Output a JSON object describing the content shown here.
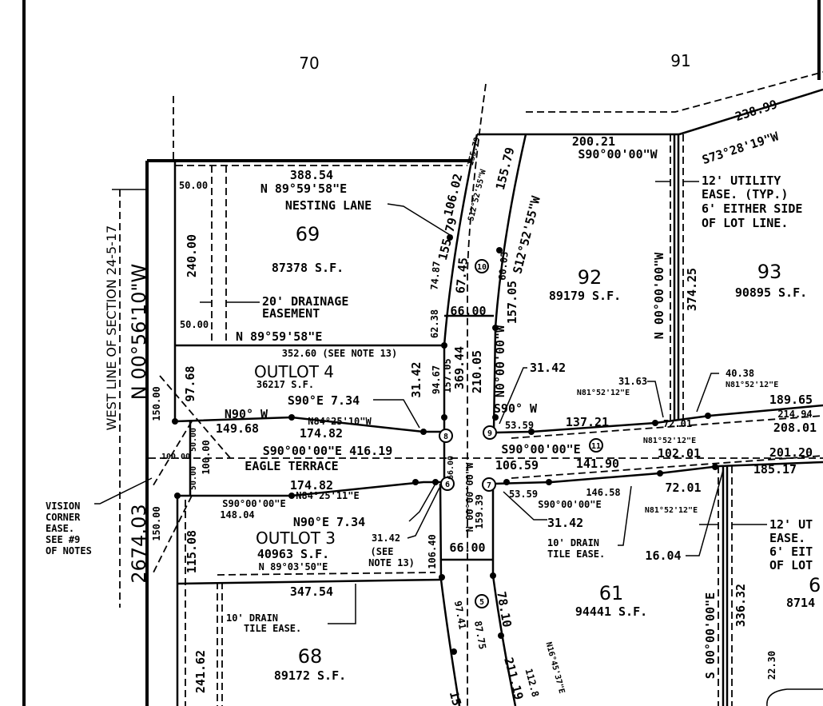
{
  "sections": {
    "sec70": "70",
    "sec91": "91"
  },
  "west_line": {
    "label": "WEST LINE OF SECTION 24-5-17",
    "bearing": "N 00°56'10\"W",
    "distance": "2674.03"
  },
  "vision_corner": [
    "VISION",
    "CORNER",
    "EASE.",
    "SEE #9",
    "OF NOTES"
  ],
  "lot69": {
    "number": "69",
    "area": "87378 S.F.",
    "north_dist": "388.54",
    "north_bearing": "N 89°59'58\"E",
    "street_label": "NESTING LANE",
    "drainage": [
      "20' DRAINAGE",
      "EASEMENT"
    ],
    "dim_50a": "50.00",
    "dim_50b": "50.00",
    "west_dist": "240.00",
    "south_bearing": "N 89°59'58\"E"
  },
  "outlot4": {
    "name": "OUTLOT 4",
    "area": "36217 S.F.",
    "north_dist": "352.60 (SEE NOTE 13)",
    "s90": "S90°E 7.34",
    "west_dist": "97.68",
    "n90w": "N90° W",
    "d149": "149.68",
    "n84": "N84°25'10\"W",
    "d174": "174.82",
    "d31": "31.42",
    "d150": "150.00"
  },
  "eagle_terrace": {
    "name": "EAGLE TERRACE",
    "centerline": "S90°00'00\"E 416.19",
    "d100": "100.00",
    "d50a": "50.00",
    "d50b": "50.00",
    "d100b": "100.00"
  },
  "outlot3": {
    "name": "OUTLOT 3",
    "area": "40963 S.F.",
    "d174": "174.82",
    "n84": "N84°25'11\"E",
    "s90": "S90°00'00\"E",
    "d148": "148.04",
    "n90e": "N90°E 7.34",
    "d31": "31.42",
    "see_note": [
      "(SEE",
      "NOTE 13)"
    ],
    "south_bearing": "N 89°03'50\"E",
    "south_dist": "347.54",
    "west_dist": "115.08",
    "d150": "150.00"
  },
  "lot68": {
    "number": "68",
    "area": "89172 S.F.",
    "drain": [
      "10' DRAIN",
      "TILE  EASE."
    ],
    "west_dist": "241.62"
  },
  "nesting_lane": {
    "d106": "106.02",
    "d155a": "155.79",
    "b_s12a": "S12°52'55\"W",
    "d155b": "155.79",
    "b_s12b": "S12°52'55\"W",
    "d74": "74.87",
    "d67": "67.45",
    "d60": "60.03",
    "d62": "62.38",
    "d66a": "66.00",
    "d94": "94.67",
    "d157a": "157.05",
    "d369": "369.44",
    "d210": "210.05",
    "b_n0": "N0°00'00\"W",
    "d157b": "157.05",
    "d66b": "66.00",
    "d66c": "66.00",
    "d106b": "106.40",
    "d159": "159.39",
    "b_n0b": "N 00°00'00\"W",
    "d97": "97.41",
    "d87": "87.75",
    "d78": "78.10",
    "d211": "211.19",
    "d112": "112.8",
    "b_n16": "N16°45'37\"E",
    "d15": "15"
  },
  "lot92": {
    "number": "92",
    "area": "89179 S.F.",
    "north_dist": "200.21",
    "north_bearing": "S90°00'00\"W",
    "east_bearing": "N 00°00'00\"W",
    "d31": "31.42",
    "s90w": "S90° W",
    "d53": "53.59",
    "d137": "137.21",
    "d31b": "31.63",
    "n81": "N81°52'12\"E"
  },
  "lot93": {
    "number": "93",
    "area": "90895 S.F.",
    "d238": "238.99",
    "b_s73": "S73°28'19\"W",
    "west_dist": "374.25",
    "utility": [
      "12' UTILITY",
      "EASE. (TYP.)",
      "6' EITHER SIDE",
      "OF LOT LINE."
    ],
    "d40": "40.38",
    "n81": "N81°52'12\"E",
    "d189": "189.65",
    "d214": "214.94",
    "d208": "208.01",
    "d72": "72.01",
    "n81b": "N81°52'12\"E"
  },
  "terrace_east": {
    "s90": "S90°00'00\"E",
    "d106": "106.59",
    "d141": "141.90",
    "d102": "102.01",
    "d201": "201.20",
    "d185": "185.17"
  },
  "lot61": {
    "number": "61",
    "area": "94441 S.F.",
    "d53": "53.59",
    "d146": "146.58",
    "s90": "S90°00'00\"E",
    "d31": "31.42",
    "d72": "72.01",
    "n81": "N81°52'12\"E",
    "drain": [
      "10' DRAIN",
      "TILE EASE."
    ],
    "d16": "16.04",
    "east_bearing": "S 00°00'00\"E",
    "d336": "336.32"
  },
  "lot60": {
    "number": "6",
    "area": "8714",
    "utility": [
      "12' UT",
      "EASE.",
      "6' EIT",
      "OF LOT"
    ],
    "d22": "22.30"
  },
  "curve_markers": [
    "10",
    "8",
    "9",
    "6",
    "7",
    "11",
    "5"
  ]
}
